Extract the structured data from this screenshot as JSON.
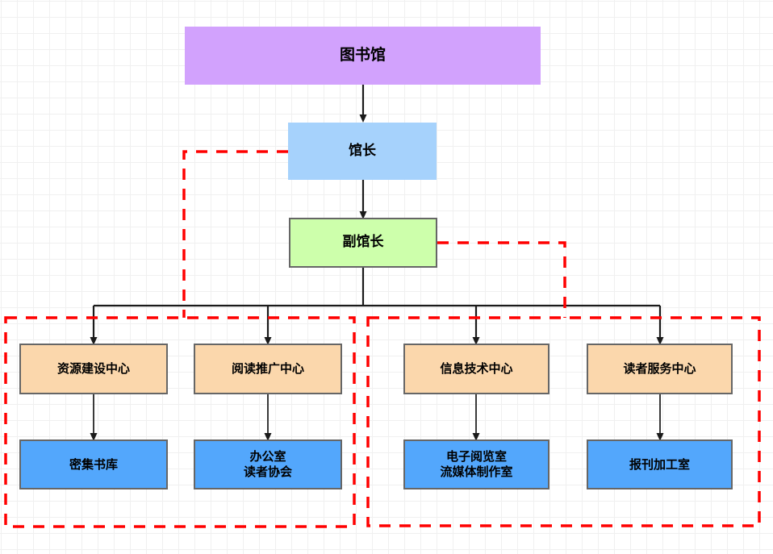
{
  "diagram": {
    "type": "organization-chart",
    "title_node": "图书馆",
    "colors": {
      "library": "#d2a2fd",
      "director": "#a6d2fc",
      "deputy": "#cdffab",
      "center": "#fbd7ac",
      "room": "#53a7fc",
      "border": "#666666",
      "connector": "#1a1a1a",
      "group_outline": "#ff0000",
      "background": "#ffffff",
      "grid": "#e8e8e8"
    },
    "levels": {
      "level1_label": "图书馆",
      "level2_label": "馆长",
      "level3_label": "副馆长"
    },
    "nodes": {
      "library": "图书馆",
      "director": "馆长",
      "deputy_director": "副馆长",
      "center_1": "资源建设中心",
      "center_2": "阅读推广中心",
      "center_3": "信息技术中心",
      "center_4": "读者服务中心",
      "room_1": "密集书库",
      "room_2_line1": "办公室",
      "room_2_line2": "读者协会",
      "room_3_line1": "电子阅览室",
      "room_3_line2": "流媒体制作室",
      "room_4": "报刊加工室"
    },
    "groups": {
      "left_group_members": [
        "资源建设中心",
        "阅读推广中心",
        "密集书库",
        "办公室",
        "读者协会"
      ],
      "right_group_members": [
        "信息技术中心",
        "读者服务中心",
        "电子阅览室",
        "流媒体制作室",
        "报刊加工室"
      ]
    },
    "edges": [
      {
        "from": "图书馆",
        "to": "馆长",
        "style": "solid"
      },
      {
        "from": "馆长",
        "to": "副馆长",
        "style": "solid"
      },
      {
        "from": "副馆长",
        "to": "资源建设中心",
        "style": "solid"
      },
      {
        "from": "副馆长",
        "to": "阅读推广中心",
        "style": "solid"
      },
      {
        "from": "副馆长",
        "to": "信息技术中心",
        "style": "solid"
      },
      {
        "from": "副馆长",
        "to": "读者服务中心",
        "style": "solid"
      },
      {
        "from": "资源建设中心",
        "to": "密集书库",
        "style": "solid"
      },
      {
        "from": "阅读推广中心",
        "to": "办公室/读者协会",
        "style": "solid"
      },
      {
        "from": "信息技术中心",
        "to": "电子阅览室/流媒体制作室",
        "style": "solid"
      },
      {
        "from": "读者服务中心",
        "to": "报刊加工室",
        "style": "solid"
      },
      {
        "from": "馆长",
        "to": "左侧分组",
        "style": "dashed-red"
      },
      {
        "from": "副馆长",
        "to": "右侧分组",
        "style": "dashed-red"
      }
    ]
  }
}
